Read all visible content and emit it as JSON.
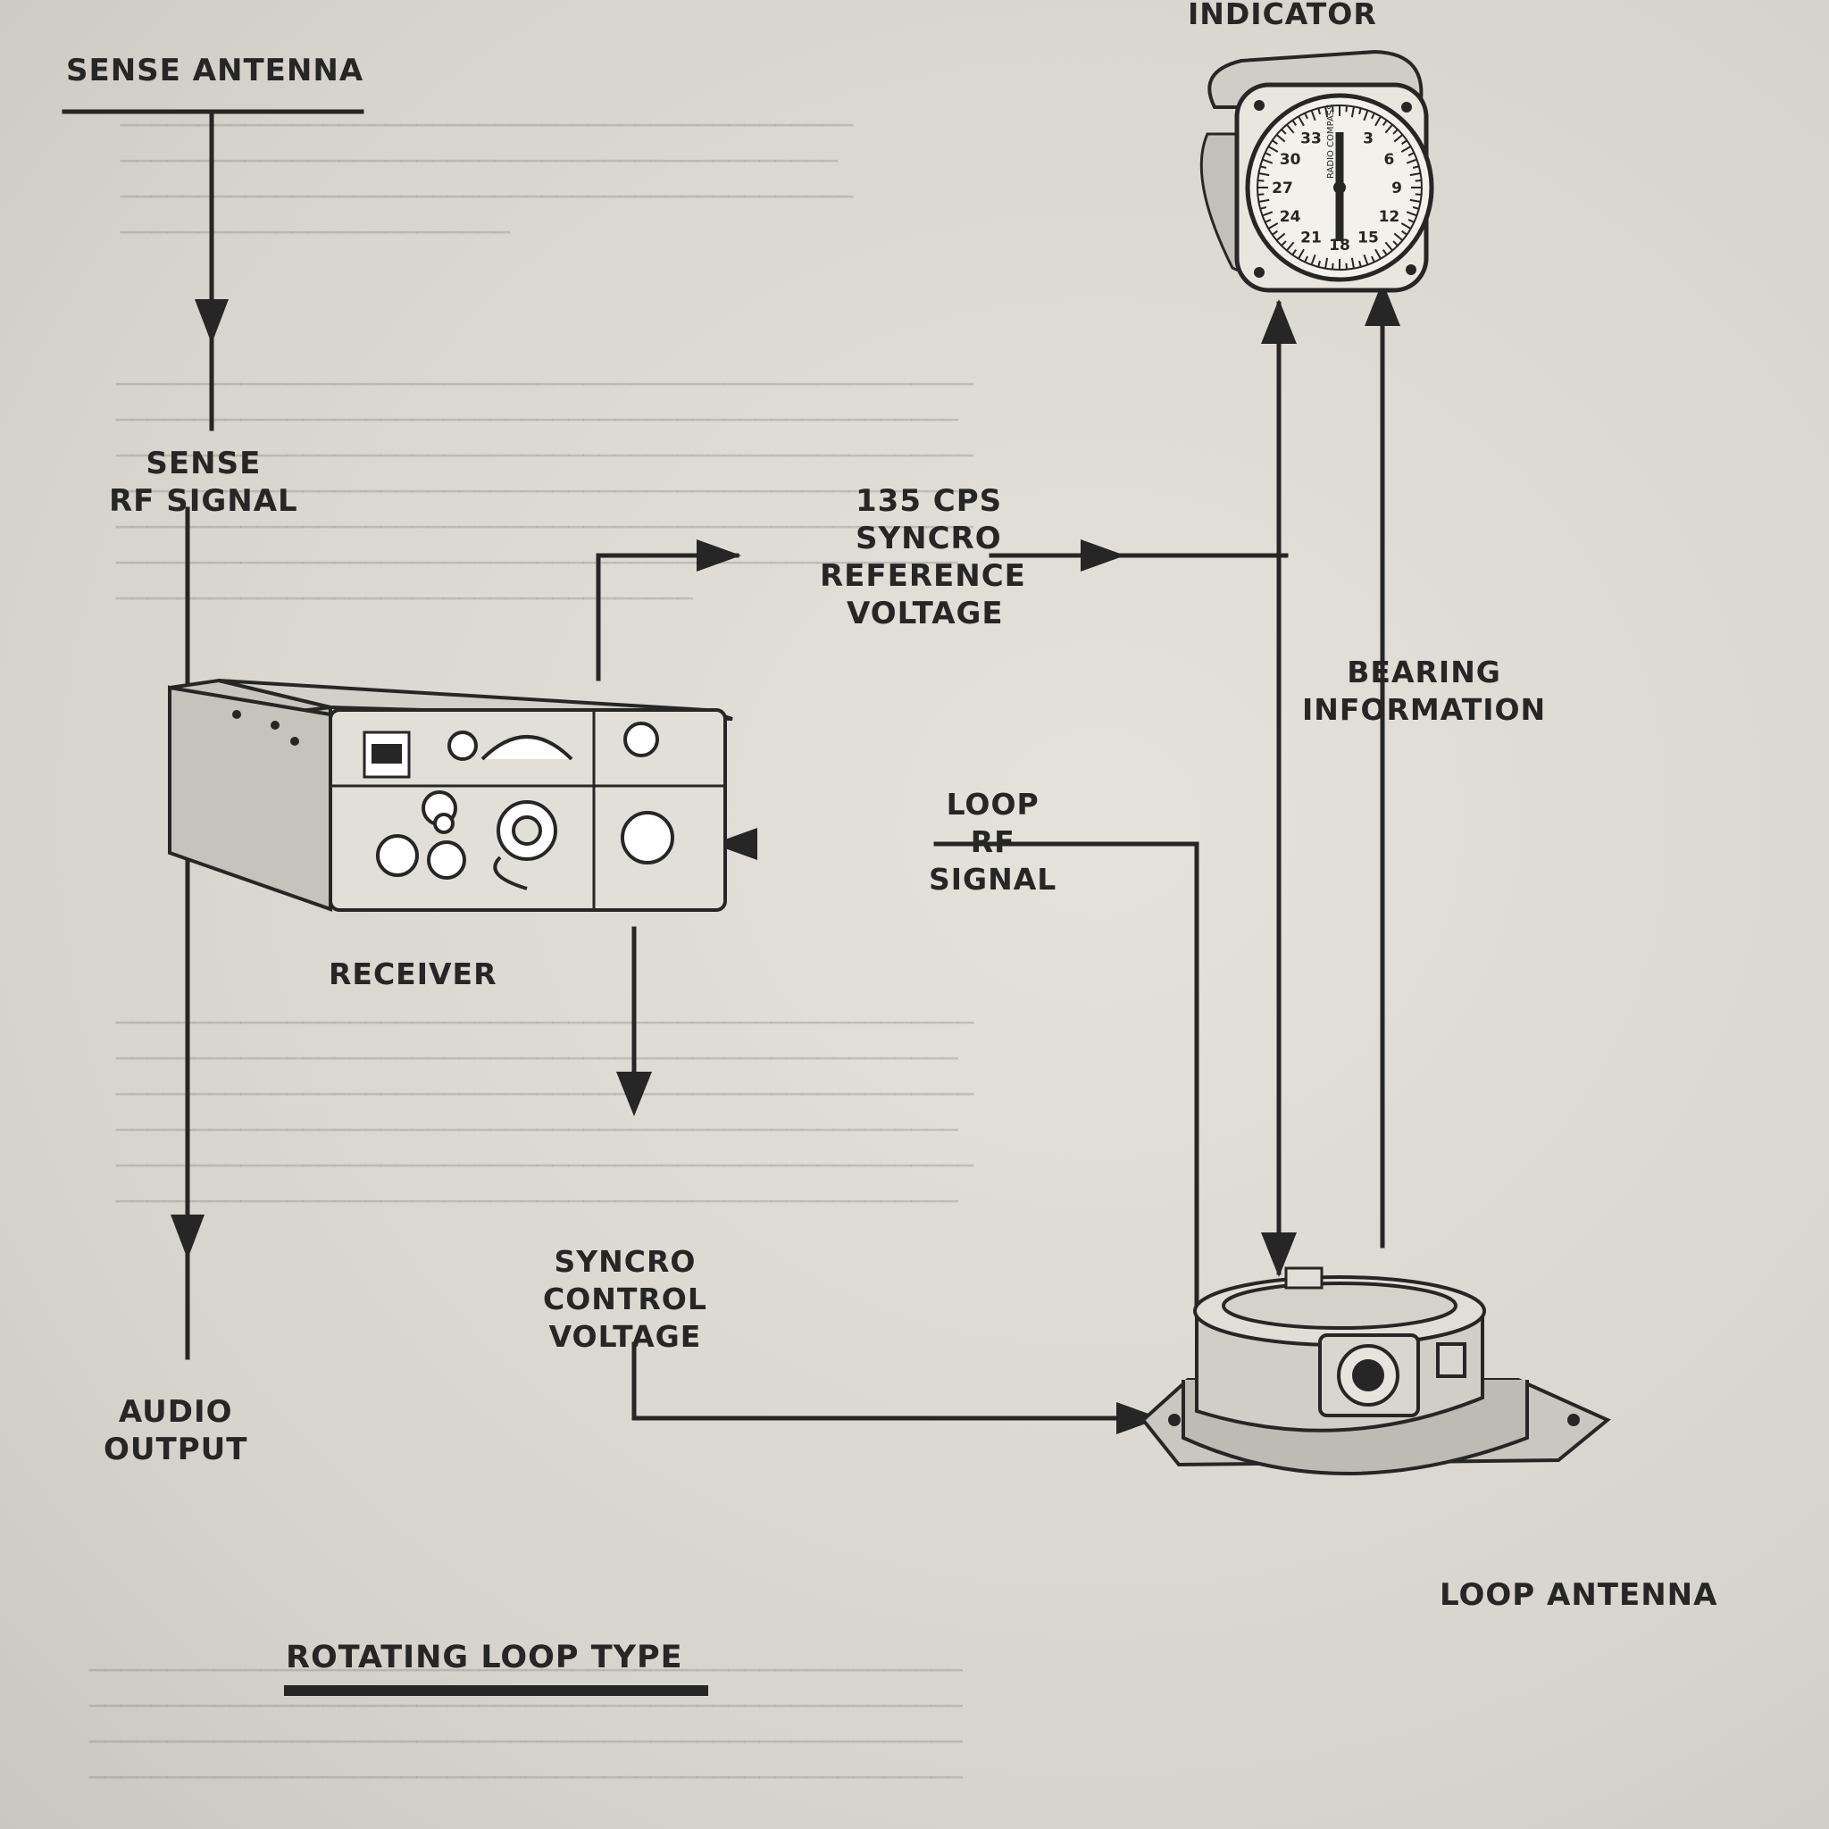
{
  "labels": {
    "indicator": "INDICATOR",
    "sense_antenna": "SENSE ANTENNA",
    "sense_rf_line1": "SENSE",
    "sense_rf_line2": "RF SIGNAL",
    "syncro_ref_line1": "135 CPS",
    "syncro_ref_line2": "SYNCRO",
    "syncro_ref_line3": "REFERENCE",
    "syncro_ref_line4": "VOLTAGE",
    "bearing_line1": "BEARING",
    "bearing_line2": "INFORMATION",
    "loop_rf_line1": "LOOP",
    "loop_rf_line2": "RF",
    "loop_rf_line3": "SIGNAL",
    "receiver": "RECEIVER",
    "syncro_ctrl_line1": "SYNCRO",
    "syncro_ctrl_line2": "CONTROL",
    "syncro_ctrl_line3": "VOLTAGE",
    "audio_line1": "AUDIO",
    "audio_line2": "OUTPUT",
    "loop_antenna": "LOOP ANTENNA",
    "rotating_loop_type": "ROTATING LOOP TYPE"
  },
  "dial": {
    "numbers": [
      "33",
      "3",
      "6",
      "30",
      "27",
      "9",
      "12",
      "24",
      "21",
      "18",
      "15"
    ],
    "face_text": "RADIO COMPASS"
  },
  "colors": {
    "ink": "#262626",
    "paper": "#d7d5cd",
    "ghost": "#8a8a8a"
  }
}
